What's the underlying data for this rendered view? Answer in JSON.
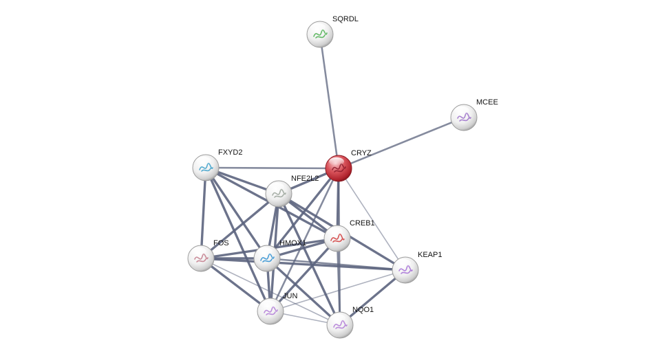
{
  "network": {
    "nodes": [
      {
        "id": "SQRDL",
        "label": "SQRDL",
        "query": false,
        "art": "#4caf50"
      },
      {
        "id": "MCEE",
        "label": "MCEE",
        "query": false,
        "art": "#9b6fc9"
      },
      {
        "id": "CRYZ",
        "label": "CRYZ",
        "query": true,
        "art": "#8b1a2a"
      },
      {
        "id": "FXYD2",
        "label": "FXYD2",
        "query": false,
        "art": "#3a9fc9"
      },
      {
        "id": "NFE2L2",
        "label": "NFE2L2",
        "query": false,
        "art": "#9aa39a"
      },
      {
        "id": "CREB1",
        "label": "CREB1",
        "query": false,
        "art": "#d13a3a"
      },
      {
        "id": "FOS",
        "label": "FOS",
        "query": false,
        "art": "#c27a8a"
      },
      {
        "id": "HMOX1",
        "label": "HMOX1",
        "query": false,
        "art": "#2e8fd1"
      },
      {
        "id": "KEAP1",
        "label": "KEAP1",
        "query": false,
        "art": "#a46fd6"
      },
      {
        "id": "JUN",
        "label": "JUN",
        "query": false,
        "art": "#b07ad6"
      },
      {
        "id": "NQO1",
        "label": "NQO1",
        "query": false,
        "art": "#b07ad6"
      }
    ],
    "edges": [
      {
        "source": "SQRDL",
        "target": "CRYZ",
        "confidence": "medium"
      },
      {
        "source": "MCEE",
        "target": "CRYZ",
        "confidence": "medium"
      },
      {
        "source": "CRYZ",
        "target": "FXYD2",
        "confidence": "medium"
      },
      {
        "source": "CRYZ",
        "target": "NFE2L2",
        "confidence": "high"
      },
      {
        "source": "CRYZ",
        "target": "CREB1",
        "confidence": "high"
      },
      {
        "source": "CRYZ",
        "target": "HMOX1",
        "confidence": "high"
      },
      {
        "source": "CRYZ",
        "target": "JUN",
        "confidence": "medium"
      },
      {
        "source": "CRYZ",
        "target": "KEAP1",
        "confidence": "low"
      },
      {
        "source": "CRYZ",
        "target": "NQO1",
        "confidence": "medium"
      },
      {
        "source": "FXYD2",
        "target": "NFE2L2",
        "confidence": "high"
      },
      {
        "source": "FXYD2",
        "target": "CREB1",
        "confidence": "high"
      },
      {
        "source": "FXYD2",
        "target": "FOS",
        "confidence": "high"
      },
      {
        "source": "FXYD2",
        "target": "HMOX1",
        "confidence": "high"
      },
      {
        "source": "FXYD2",
        "target": "JUN",
        "confidence": "high"
      },
      {
        "source": "NFE2L2",
        "target": "CREB1",
        "confidence": "high"
      },
      {
        "source": "NFE2L2",
        "target": "FOS",
        "confidence": "high"
      },
      {
        "source": "NFE2L2",
        "target": "HMOX1",
        "confidence": "high"
      },
      {
        "source": "NFE2L2",
        "target": "JUN",
        "confidence": "high"
      },
      {
        "source": "NFE2L2",
        "target": "KEAP1",
        "confidence": "high"
      },
      {
        "source": "NFE2L2",
        "target": "NQO1",
        "confidence": "high"
      },
      {
        "source": "CREB1",
        "target": "FOS",
        "confidence": "high"
      },
      {
        "source": "CREB1",
        "target": "HMOX1",
        "confidence": "high"
      },
      {
        "source": "CREB1",
        "target": "JUN",
        "confidence": "high"
      },
      {
        "source": "CREB1",
        "target": "NQO1",
        "confidence": "medium"
      },
      {
        "source": "FOS",
        "target": "HMOX1",
        "confidence": "high"
      },
      {
        "source": "FOS",
        "target": "JUN",
        "confidence": "high"
      },
      {
        "source": "FOS",
        "target": "NQO1",
        "confidence": "low"
      },
      {
        "source": "FOS",
        "target": "KEAP1",
        "confidence": "high"
      },
      {
        "source": "HMOX1",
        "target": "JUN",
        "confidence": "high"
      },
      {
        "source": "HMOX1",
        "target": "NQO1",
        "confidence": "high"
      },
      {
        "source": "HMOX1",
        "target": "KEAP1",
        "confidence": "medium"
      },
      {
        "source": "JUN",
        "target": "NQO1",
        "confidence": "low"
      },
      {
        "source": "JUN",
        "target": "KEAP1",
        "confidence": "low"
      },
      {
        "source": "KEAP1",
        "target": "NQO1",
        "confidence": "high"
      }
    ],
    "colors": {
      "edge": "#5c647e",
      "query_node": "#c8323c",
      "node": "#e4e4e4",
      "label": "#111111"
    }
  }
}
